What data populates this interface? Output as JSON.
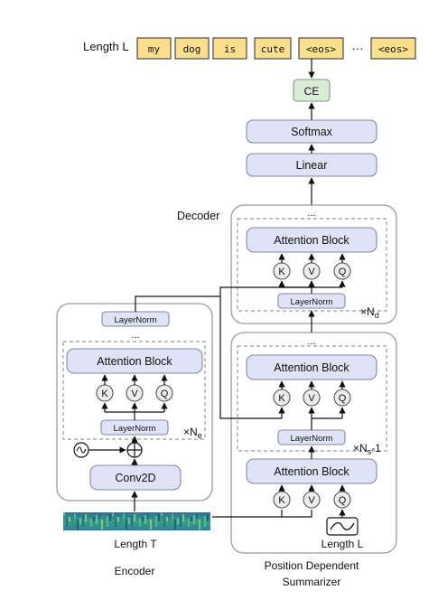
{
  "output": {
    "length_label": "Length L",
    "tokens": [
      "my",
      "dog",
      "is",
      "cute",
      "<eos>",
      "<eos>"
    ],
    "ellipsis": "···"
  },
  "blocks": {
    "ce": "CE",
    "softmax": "Softmax",
    "linear": "Linear",
    "attention_block": "Attention Block",
    "layernorm": "LayerNorm",
    "conv2d": "Conv2D",
    "k": "K",
    "v": "V",
    "q": "Q",
    "dots": "..."
  },
  "labels": {
    "decoder": "Decoder",
    "encoder": "Encoder",
    "summarizer_line1": "Position Dependent",
    "summarizer_line2": "Summarizer",
    "length_t": "Length T",
    "length_l": "Length L",
    "repeat_decoder": "×N",
    "repeat_decoder_sub": "d",
    "repeat_encoder": "×N",
    "repeat_encoder_sub": "e",
    "repeat_summarizer": "×N",
    "repeat_summarizer_sub": "s",
    "repeat_summarizer_suffix": "-1"
  },
  "colors": {
    "token_fill": "#fcdf8a",
    "block_fill": "#dfe3f5",
    "ce_fill": "#d8ecd6",
    "spectrogram": "#2e8b6d"
  }
}
